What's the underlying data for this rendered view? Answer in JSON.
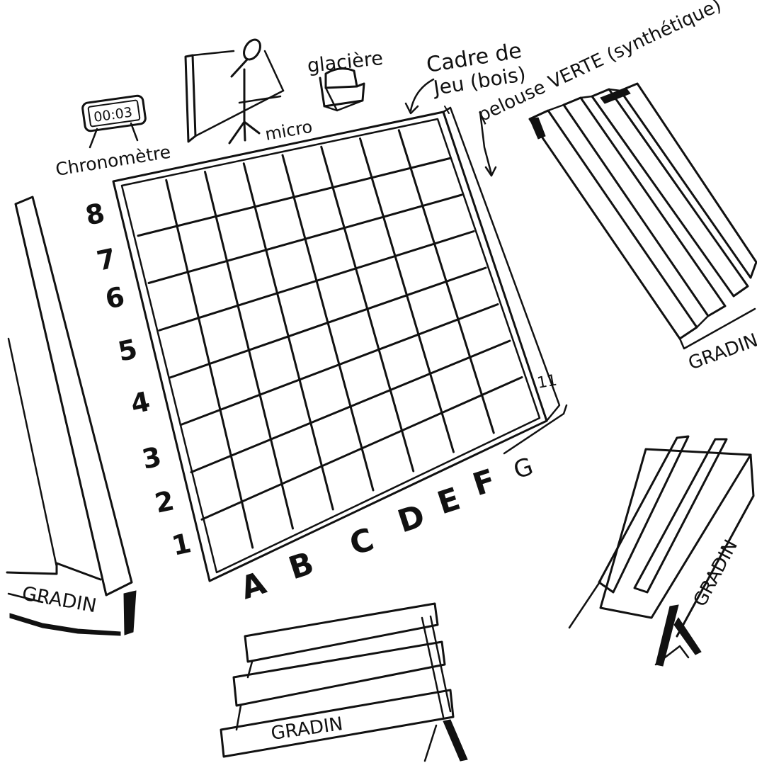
{
  "labels": {
    "chronometre": "Chronomètre",
    "chrono_display": "00:03",
    "micro": "micro",
    "glaciere": "glacière",
    "cadre": "Cadre de",
    "cadre2": "Jeu (bois)",
    "pelouse": "pelouse VERTE (synthétique)",
    "gradin_left": "GRADIN",
    "gradin_right_top": "GRADIN",
    "gradin_right_bottom": "GRADIN",
    "gradin_bottom": "GRADIN",
    "gap_mark": "11"
  },
  "board": {
    "columns": [
      "A",
      "B",
      "C",
      "D",
      "E",
      "F",
      "G"
    ],
    "rows": [
      "1",
      "2",
      "3",
      "4",
      "5",
      "6",
      "7",
      "8"
    ]
  }
}
